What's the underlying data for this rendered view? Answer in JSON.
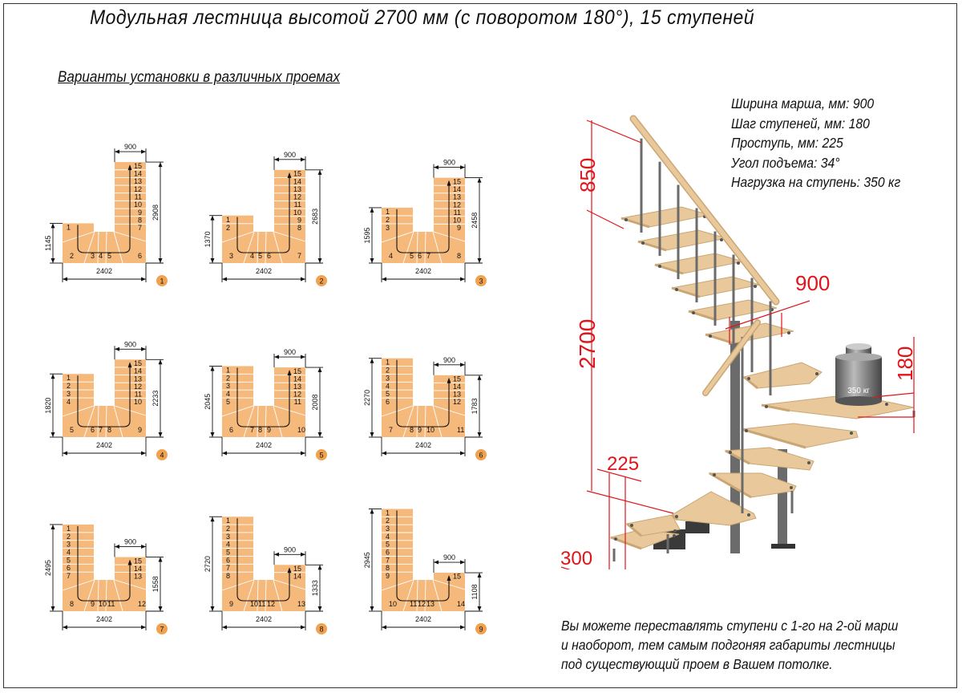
{
  "title": "Модульная лестница высотой 2700 мм (с поворотом 180°), 15 ступеней",
  "subtitle": "Варианты установки в различных проемах",
  "specs": [
    "Ширина марша, мм: 900",
    "Шаг ступеней, мм: 180",
    "Проступь, мм: 225",
    "Угол подъема: 34°",
    "Нагрузка на ступень: 350 кг"
  ],
  "note": [
    "Вы можете переставлять ступени с 1-го на 2-ой марш",
    "и наоборот, тем самым подгоняя габариты лестницы",
    "под существующий проем в Вашем потолке."
  ],
  "plan": {
    "total_steps": 15,
    "width": "2402",
    "flight_width": "900",
    "colors": {
      "step": "#f6b97c",
      "line": "#ffffff",
      "badge": "#f0a24e"
    }
  },
  "variants": [
    {
      "number": "1",
      "left_steps": 1,
      "left_height": "1145",
      "right_height": "2908"
    },
    {
      "number": "2",
      "left_steps": 2,
      "left_height": "1370",
      "right_height": "2683"
    },
    {
      "number": "3",
      "left_steps": 3,
      "left_height": "1595",
      "right_height": "2458"
    },
    {
      "number": "4",
      "left_steps": 4,
      "left_height": "1820",
      "right_height": "2233"
    },
    {
      "number": "5",
      "left_steps": 5,
      "left_height": "2045",
      "right_height": "2008"
    },
    {
      "number": "6",
      "left_steps": 6,
      "left_height": "2270",
      "right_height": "1783"
    },
    {
      "number": "7",
      "left_steps": 7,
      "left_height": "2495",
      "right_height": "1558"
    },
    {
      "number": "8",
      "left_steps": 8,
      "left_height": "2720",
      "right_height": "1333"
    },
    {
      "number": "9",
      "left_steps": 9,
      "left_height": "2945",
      "right_height": "1108"
    }
  ],
  "stair": {
    "dim_railing": "850",
    "dim_height": "2700",
    "dim_width": "900",
    "dim_rise": "180",
    "dim_tread": "225",
    "dim_step_depth": "300",
    "weight_label": "350 кг",
    "colors": {
      "wood": "#e9c99b",
      "wood_edge": "#c9a673",
      "metal": "#6b6b6b",
      "dim": "#e0141b"
    }
  }
}
